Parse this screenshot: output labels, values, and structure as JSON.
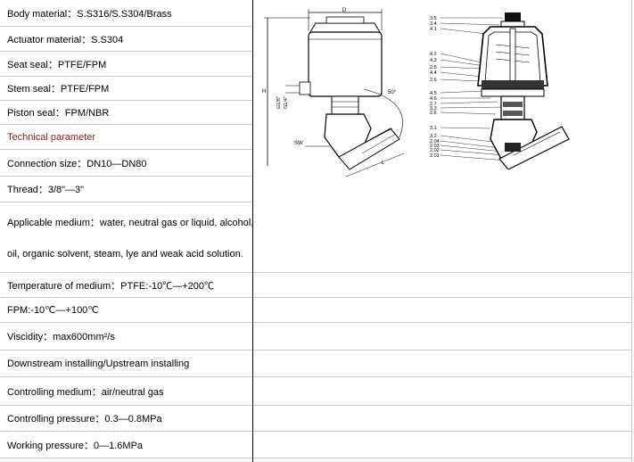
{
  "rows": [
    {
      "text": "Body material：S.S316/S.S304/Brass"
    },
    {
      "text": "Actuator material：S.S304"
    },
    {
      "text": "Seat seal：PTFE/FPM"
    },
    {
      "text": "Stem seal：PTFE/FPM"
    },
    {
      "text": "Piston seal：FPM/NBR"
    },
    {
      "text": "Technical parameter"
    },
    {
      "text": "Connection size：DN10—DN80"
    },
    {
      "text": "Thread：3/8\"—3\""
    },
    {
      "line1": "Applicable medium：water, neutral gas or liquid, alcohol,",
      "line2": "oil, organic solvent, steam, lye and weak acid solution."
    },
    {
      "text": "Temperature of medium：PTFE:-10℃—+200℃"
    },
    {
      "text": "FPM:-10℃—+100℃"
    },
    {
      "text": "Viscidity：max600mm²/s"
    },
    {
      "text": "Downstream installing/Upstream installing"
    },
    {
      "text": "Controlling medium：air/neutral gas"
    },
    {
      "text": "Controlling pressure：0.3—0.8MPa"
    },
    {
      "text": "Working pressure：0—1.6MPa"
    }
  ],
  "accent_color": "#8b1a1a",
  "drawing_left": {
    "labels": {
      "d": "D",
      "h": "H",
      "g1": "G1/8\"",
      "g2": "G1/4\"",
      "sw": "SW",
      "angle": "50°",
      "l": "L"
    }
  },
  "drawing_right": {
    "callouts_top": [
      "3.5",
      "3.4",
      "4.1"
    ],
    "callouts_mid": [
      "4.2",
      "4.3",
      "2.5",
      "4.4",
      "2.6"
    ],
    "callouts_low": [
      "4.5",
      "4.6",
      "2.7",
      "3.3",
      "2.6"
    ],
    "callouts_bottom": [
      "3.1",
      "3.2",
      "2.04",
      "2.03",
      "2.02",
      "2.01"
    ]
  }
}
